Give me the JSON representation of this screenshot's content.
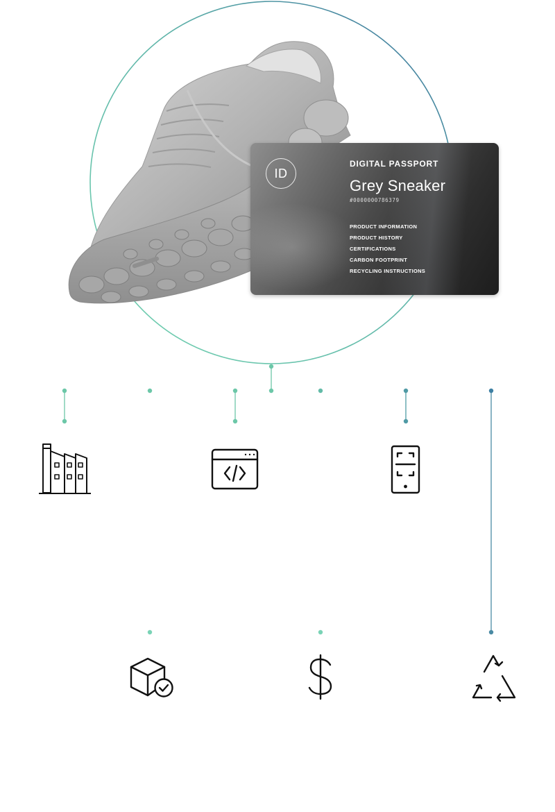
{
  "passport_card": {
    "badge": "ID",
    "label": "DIGITAL PASSPORT",
    "product_name": "Grey Sneaker",
    "serial": "#0000000786379",
    "menu": [
      "PRODUCT INFORMATION",
      "PRODUCT HISTORY",
      "CERTIFICATIONS",
      "CARBON FOOTPRINT",
      "RECYCLING INSTRUCTIONS"
    ]
  },
  "icons": [
    "factory-icon",
    "code-window-icon",
    "phone-scan-icon",
    "verified-box-icon",
    "dollar-icon",
    "recycle-icon"
  ],
  "colors": {
    "accent_teal": "#6cc7a8",
    "accent_blue": "#3d7fa3",
    "card_dark": "#1d1d1d",
    "icon_stroke": "#111111"
  }
}
